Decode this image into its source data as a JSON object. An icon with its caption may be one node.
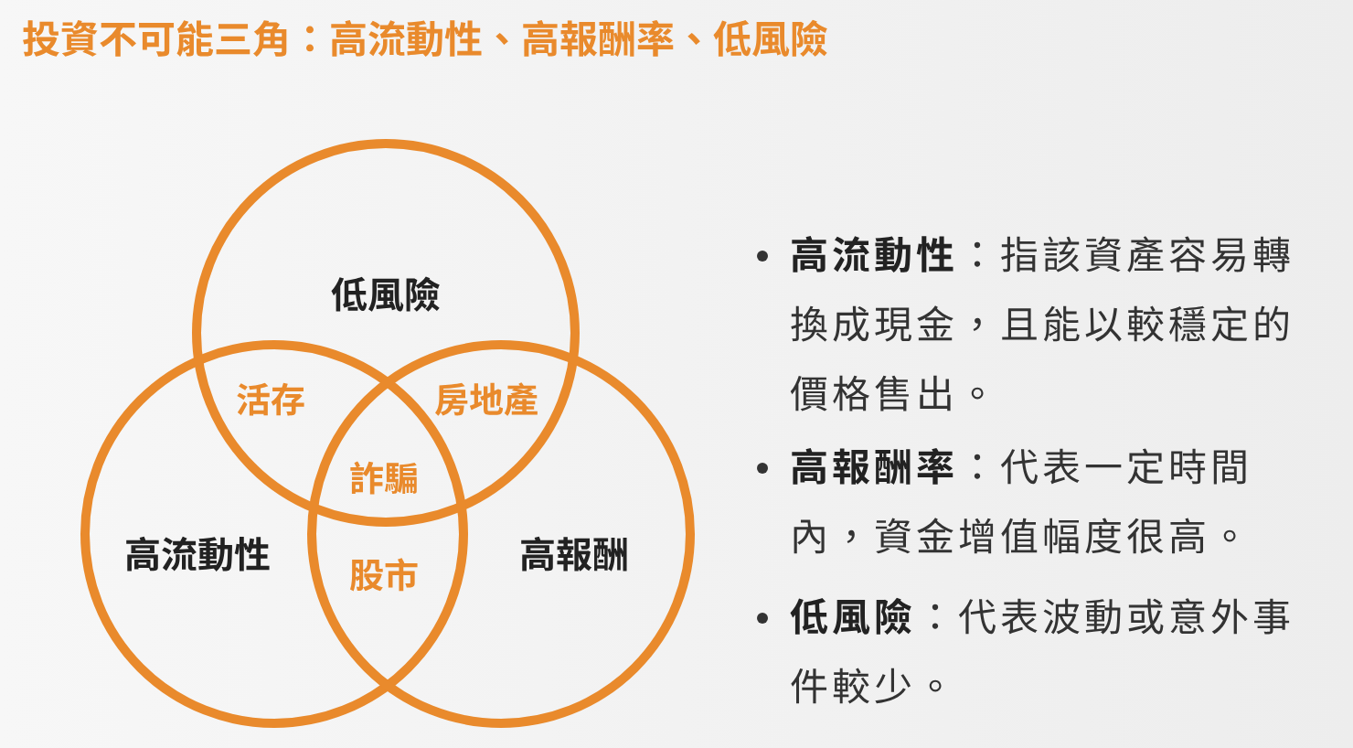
{
  "diagram": {
    "title": "投資不可能三角：高流動性、高報酬率、低風險",
    "nodes": [
      {
        "text": [
          "低風險"
        ]
      },
      {
        "text": [
          "高流動性"
        ]
      },
      {
        "text": [
          "高報酬"
        ]
      }
    ],
    "labels": [
      "活存",
      "房地產",
      "詐騙",
      "股市",
      "**高流動性**：指該資產容易轉換成現金，且能以較穩定的價格售出。",
      "**高報酬率**：代表一定時間內，資金增值幅度很高。",
      "**低風險**：代表波動或意外事件較少。"
    ]
  }
}
